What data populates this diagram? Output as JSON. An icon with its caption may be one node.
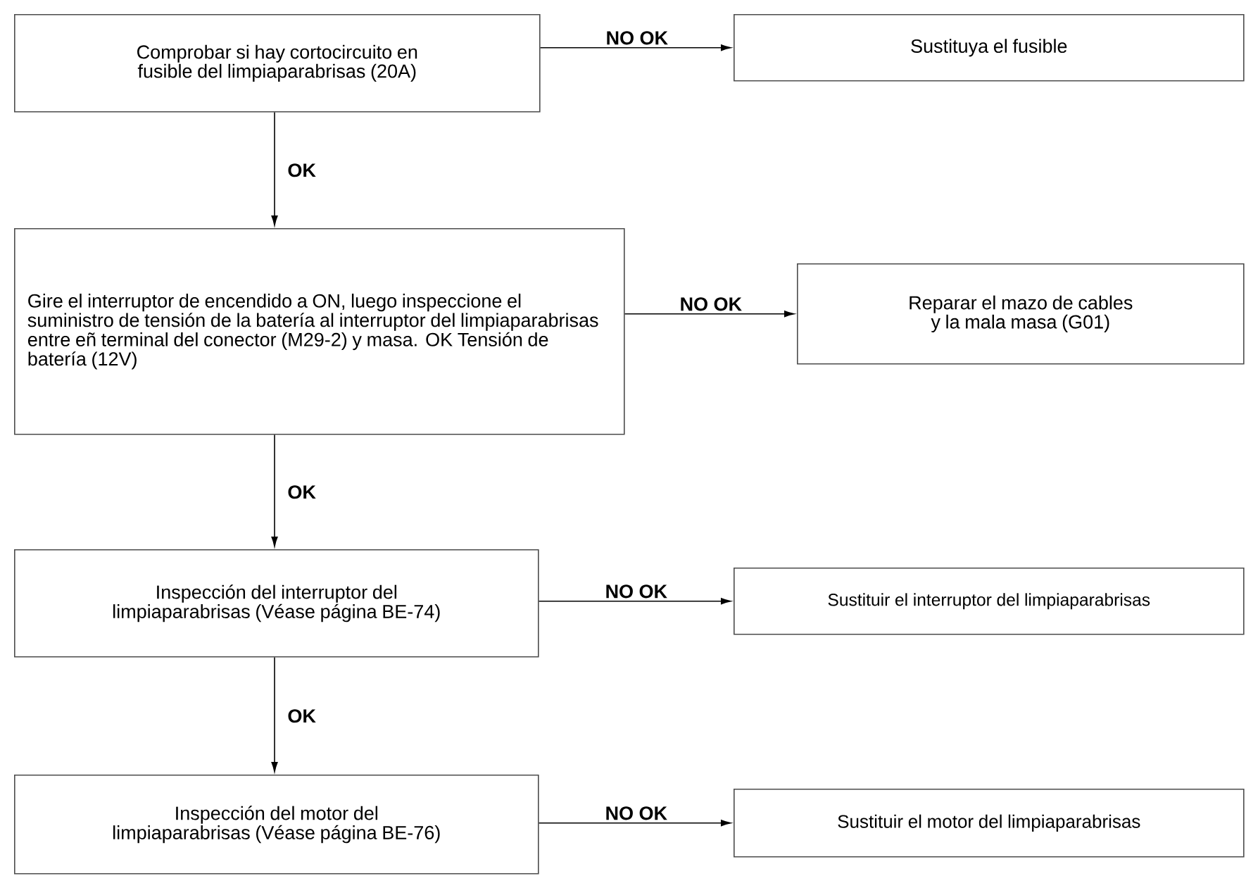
{
  "diagram": {
    "nodes": [
      {
        "text": [
          "Comprobar si hay cortocircuito en fusible del limpiaparabrisas (20A)"
        ]
      },
      {
        "text": [
          "Sustituya el fusible"
        ]
      },
      {
        "text": [
          "Gire el interruptor de encendido a ON, luego inspeccione el suministro de tensión de la batería al interruptor del limpiaparabrisas entre eñ terminal del conector (M29-2) y masa. OK Tensión de batería (12V)"
        ]
      },
      {
        "text": [
          "Reparar el mazo de cables y la mala masa (G01)"
        ]
      },
      {
        "text": [
          "Inspección del interruptor del limpiaparabrisas (Véase página BE-74)"
        ]
      },
      {
        "text": [
          "Sustituir el interruptor del limpiaparabrisas"
        ]
      },
      {
        "text": [
          "Inspección del motor del limpiaparabrisas (Véase página BE-76)"
        ]
      },
      {
        "text": [
          "Sustituir el motor del limpiaparabrisas"
        ]
      }
    ],
    "edges": [
      {
        "from": 0,
        "to": 1,
        "arrow": "to",
        "label": "NO OK"
      },
      {
        "from": 0,
        "to": 2,
        "arrow": "to",
        "label": "OK"
      },
      {
        "from": 2,
        "to": 3,
        "arrow": "to",
        "label": "NO OK"
      },
      {
        "from": 2,
        "to": 4,
        "arrow": "to",
        "label": "OK"
      },
      {
        "from": 4,
        "to": 5,
        "arrow": "to",
        "label": "NO OK"
      },
      {
        "from": 4,
        "to": 6,
        "arrow": "to",
        "label": "OK"
      },
      {
        "from": 6,
        "to": 7,
        "arrow": "to",
        "label": "NO OK"
      }
    ]
  }
}
